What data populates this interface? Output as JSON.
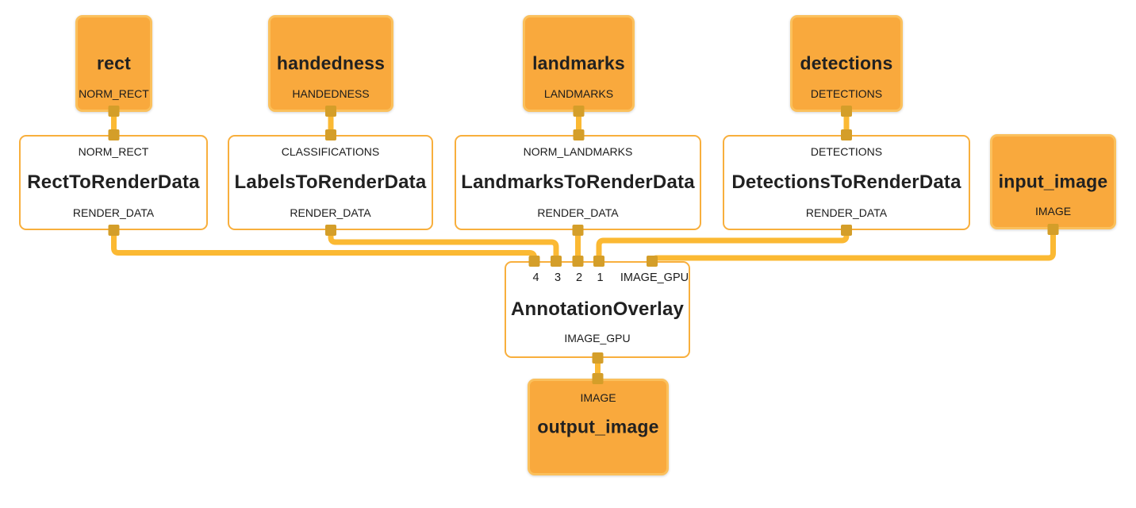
{
  "diagram": {
    "background_color": "#ffffff",
    "colors": {
      "source_node_fill": "#F9A93D",
      "source_node_border": "#FBC05C",
      "calculator_node_fill": "#FFFFFF",
      "calculator_node_border": "#F8AF3D",
      "edge": "#FBB933",
      "port": "#D49E29",
      "text": "#212121"
    },
    "nodes": {
      "rect": {
        "title": "rect",
        "output_label": "NORM_RECT"
      },
      "handedness": {
        "title": "handedness",
        "output_label": "HANDEDNESS"
      },
      "landmarks": {
        "title": "landmarks",
        "output_label": "LANDMARKS"
      },
      "detections": {
        "title": "detections",
        "output_label": "DETECTIONS"
      },
      "rect_to_render_data": {
        "input_label": "NORM_RECT",
        "title": "RectToRenderData",
        "output_label": "RENDER_DATA"
      },
      "labels_to_render_data": {
        "input_label": "CLASSIFICATIONS",
        "title": "LabelsToRenderData",
        "output_label": "RENDER_DATA"
      },
      "landmarks_to_render_data": {
        "input_label": "NORM_LANDMARKS",
        "title": "LandmarksToRenderData",
        "output_label": "RENDER_DATA"
      },
      "detections_to_render_data": {
        "input_label": "DETECTIONS",
        "title": "DetectionsToRenderData",
        "output_label": "RENDER_DATA"
      },
      "input_image": {
        "title": "input_image",
        "output_label": "IMAGE"
      },
      "annotation_overlay": {
        "input_labels": [
          "4",
          "3",
          "2",
          "1",
          "IMAGE_GPU"
        ],
        "title": "AnnotationOverlay",
        "output_label": "IMAGE_GPU"
      },
      "output_image": {
        "input_label": "IMAGE",
        "title": "output_image"
      }
    },
    "edges": [
      {
        "from": "rect:NORM_RECT",
        "to": "RectToRenderData:NORM_RECT"
      },
      {
        "from": "handedness:HANDEDNESS",
        "to": "LabelsToRenderData:CLASSIFICATIONS"
      },
      {
        "from": "landmarks:LANDMARKS",
        "to": "LandmarksToRenderData:NORM_LANDMARKS"
      },
      {
        "from": "detections:DETECTIONS",
        "to": "DetectionsToRenderData:DETECTIONS"
      },
      {
        "from": "RectToRenderData:RENDER_DATA",
        "to": "AnnotationOverlay:4"
      },
      {
        "from": "LabelsToRenderData:RENDER_DATA",
        "to": "AnnotationOverlay:3"
      },
      {
        "from": "LandmarksToRenderData:RENDER_DATA",
        "to": "AnnotationOverlay:2"
      },
      {
        "from": "DetectionsToRenderData:RENDER_DATA",
        "to": "AnnotationOverlay:1"
      },
      {
        "from": "input_image:IMAGE",
        "to": "AnnotationOverlay:IMAGE_GPU"
      },
      {
        "from": "AnnotationOverlay:IMAGE_GPU",
        "to": "output_image:IMAGE"
      }
    ]
  }
}
